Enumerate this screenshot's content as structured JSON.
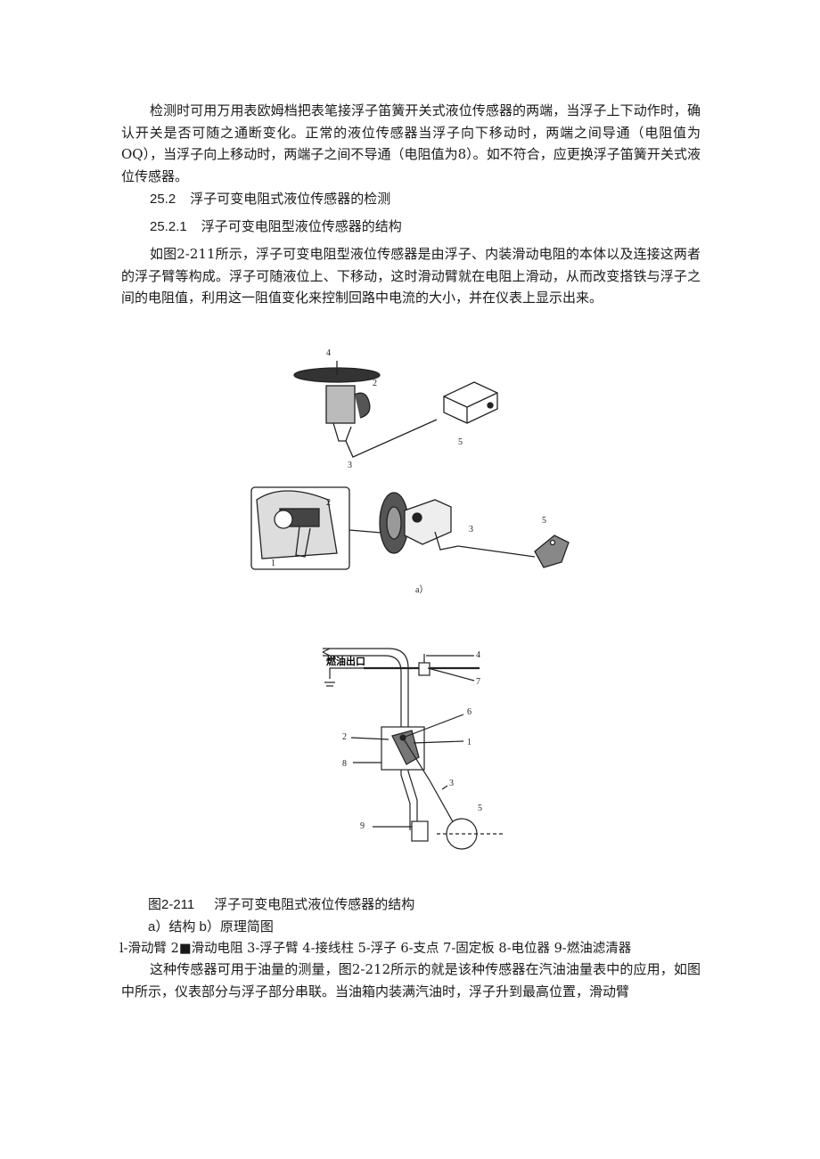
{
  "paragraphs": {
    "p1": "检测时可用万用表欧姆档把表笔接浮子笛簧开关式液位传感器的两端，当浮子上下动作时，确认开关是否可随之通断变化。正常的液位传感器当浮子向下移动时，两端之间导通（电阻值为OQ），当浮子向上移动时，两端子之间不导通（电阻值为8）。如不符合，应更换浮子笛簧开关式液位传感器。",
    "p2": "如图2-211所示，浮子可变电阻型液位传感器是由浮子、内装滑动电阻的本体以及连接这两者的浮子臂等构成。浮子可随液位上、下移动，这时滑动臂就在电阻上滑动，从而改变搭铁与浮子之间的电阻值，利用这一阻值变化来控制回路中电流的大小，并在仪表上显示出来。",
    "p3": "这种传感器可用于油量的测量，图2-212所示的就是该种传感器在汽油油量表中的应用，如图中所示，仪表部分与浮子部分串联。当油箱内装满汽油时，浮子升到最高位置，滑动臂"
  },
  "headings": {
    "h1_num": "25.2",
    "h1_text": "浮子可变电阻式液位传感器的检测",
    "h2_num": "25.2.1",
    "h2_text": "浮子可变电阻型液位传感器的结构"
  },
  "figure_a": {
    "callouts": [
      "4",
      "2",
      "5",
      "3",
      "2",
      "1",
      "3",
      "5"
    ],
    "sublabel": "a）"
  },
  "figure_b": {
    "outlet_label": "燃油出口",
    "callouts": [
      "4",
      "7",
      "6",
      "2",
      "1",
      "8",
      "3",
      "5",
      "9"
    ]
  },
  "caption": {
    "fig_num": "图2-211",
    "fig_title": "浮子可变电阻式液位传感器的结构",
    "sub": "a）结构 b）原理简图",
    "legend": "l-滑动臂 2■滑动电阻 3-浮子臂 4-接线柱 5-浮子 6-支点 7-固定板 8-电位器 9-燃油滤清器"
  }
}
